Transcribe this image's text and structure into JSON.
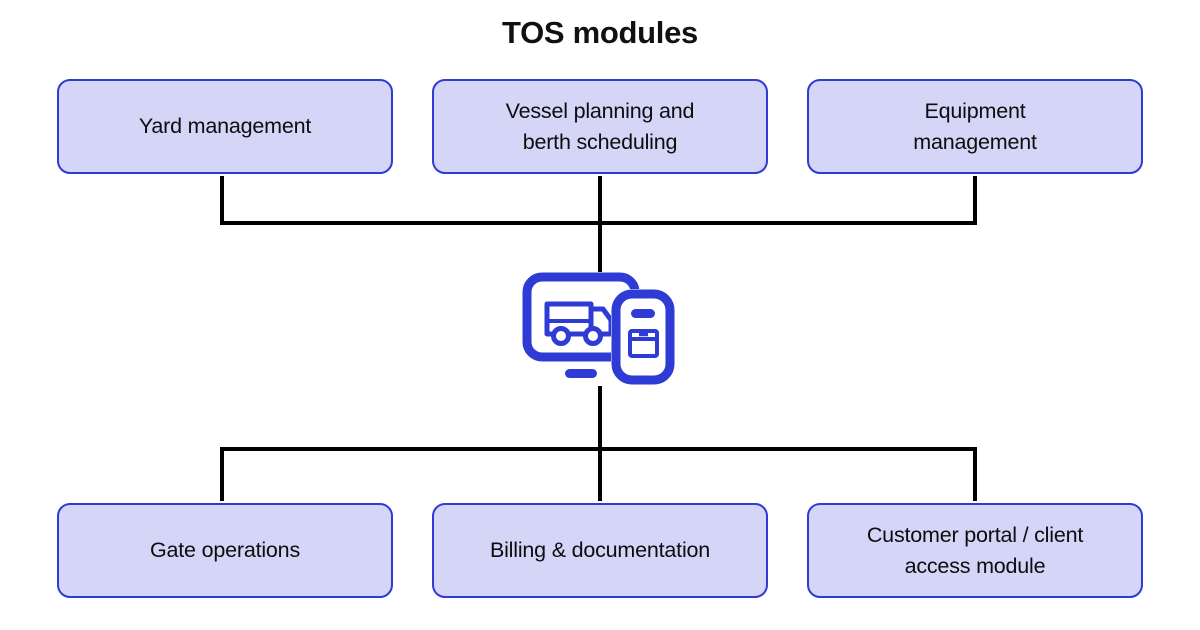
{
  "diagram": {
    "title": "TOS modules",
    "type": "hierarchy-hub",
    "accent_color": "#2e3bd4",
    "box_fill_color": "#d4d5f7",
    "box_border_color": "#2e3bd4",
    "connector_color": "#000000",
    "background_color": "#ffffff",
    "top_modules": [
      {
        "id": "yard-management",
        "label": "Yard management"
      },
      {
        "id": "vessel-planning-berth-scheduling",
        "label": "Vessel planning and\nberth scheduling"
      },
      {
        "id": "equipment-management",
        "label": "Equipment\nmanagement"
      }
    ],
    "bottom_modules": [
      {
        "id": "gate-operations",
        "label": "Gate operations"
      },
      {
        "id": "billing-documentation",
        "label": "Billing & documentation"
      },
      {
        "id": "customer-portal-client-access",
        "label": "Customer portal / client\naccess module"
      }
    ],
    "center_icon": {
      "name": "monitor-truck-phone-package-icon",
      "color": "#2e3bd4",
      "parts": [
        "monitor-screen",
        "delivery-truck",
        "smartphone",
        "package-box",
        "speaker-pill",
        "monitor-stand"
      ]
    }
  }
}
